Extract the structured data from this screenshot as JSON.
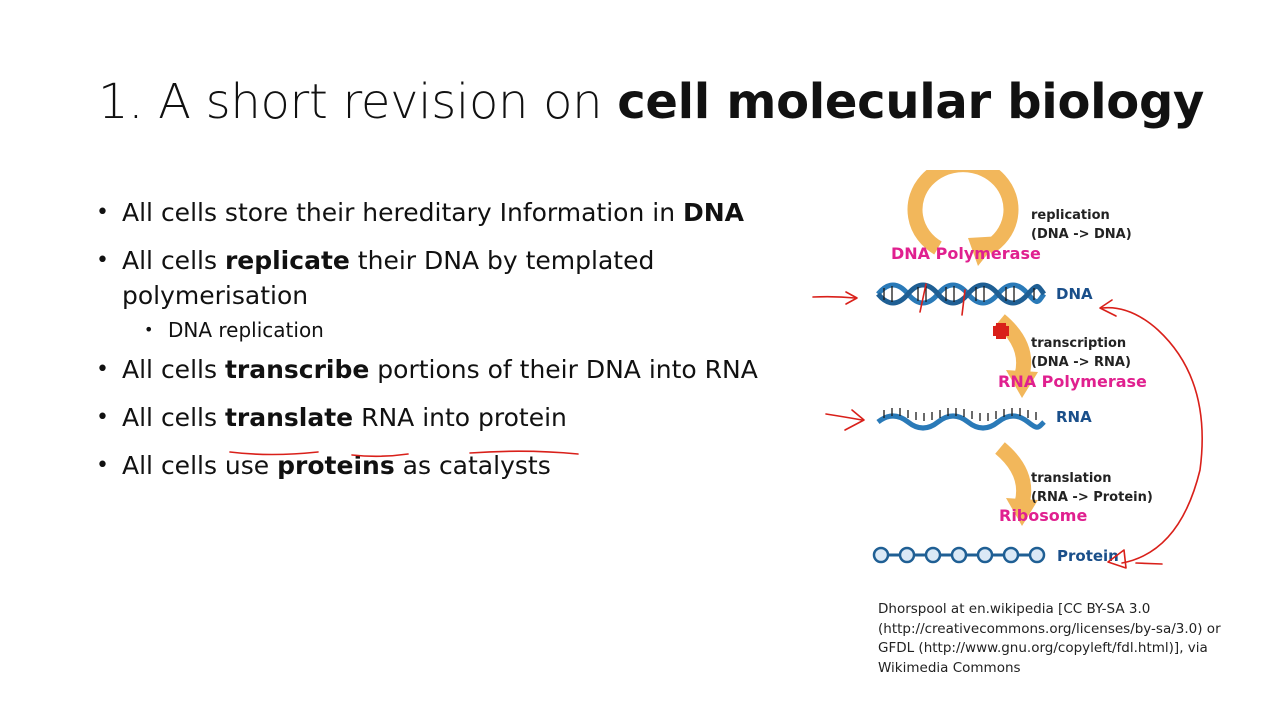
{
  "slide": {
    "title_normal": "1. A short revision on ",
    "title_bold": "cell molecular biology",
    "bullets": [
      {
        "pre": "All cells store their hereditary Information in ",
        "bold": "DNA",
        "post": ""
      },
      {
        "pre": "All cells ",
        "bold": "replicate",
        "post": " their DNA by templated polymerisation"
      },
      {
        "pre": "All cells ",
        "bold": "transcribe",
        "post": " portions of their DNA into RNA"
      },
      {
        "pre": "All cells ",
        "bold": "translate",
        "post": " RNA into protein"
      },
      {
        "pre": "All cells use ",
        "bold": "proteins",
        "post": " as catalysts"
      }
    ],
    "sub_bullet": "DNA replication"
  },
  "diagram": {
    "replication_label": "replication",
    "replication_sub": "(DNA -> DNA)",
    "dna_polymerase": "DNA Polymerase",
    "dna": "DNA",
    "transcription_label": "transcription",
    "transcription_sub": "(DNA -> RNA)",
    "rna_polymerase": "RNA Polymerase",
    "rna": "RNA",
    "translation_label": "translation",
    "translation_sub": "(RNA -> Protein)",
    "ribosome": "Ribosome",
    "protein": "Protein",
    "colors": {
      "arrow": "#f2b75b",
      "helix": "#2a7ab8",
      "label_blue": "#1a4f8a",
      "enzyme_magenta": "#e0208f",
      "ink_red": "#d9201a"
    }
  },
  "credit": {
    "line1": "Dhorspool at en.wikipedia [CC BY-SA 3.0",
    "line2": "(http://creativecommons.org/licenses/by-sa/3.0) or",
    "line3": "GFDL (http://www.gnu.org/copyleft/fdl.html)], via",
    "line4": "Wikimedia Commons"
  }
}
